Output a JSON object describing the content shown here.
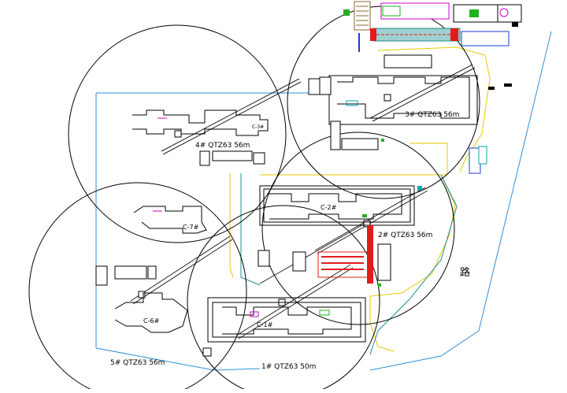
{
  "colors": {
    "site_boundary": "#2f8fd8",
    "crane_radius": "#000000",
    "crane_boom": "#222222",
    "building_outline": "#000000",
    "fence": "#e8c800",
    "road_edge": "#1c8c8c",
    "highlight_red": "#e31b1b",
    "highlight_green": "#22b022",
    "highlight_magenta": "#d000d0",
    "highlight_cyan": "#00a8a8",
    "highlight_blue": "#1a3ccc"
  },
  "cranes": [
    {
      "id": "crane-4",
      "label": "4# QTZ63 56m"
    },
    {
      "id": "crane-3",
      "label": "3# QTZ63 56m"
    },
    {
      "id": "crane-2",
      "label": "2# QTZ63 56m"
    },
    {
      "id": "crane-5",
      "label": "5# QTZ63 56m"
    },
    {
      "id": "crane-1",
      "label": "1# QTZ63 50m"
    }
  ],
  "buildings": {
    "c2": "C-2#",
    "c7": "C-7#",
    "c6": "C-6#",
    "c1": "C-1#",
    "c3": "C-3#"
  },
  "labels": {
    "road": "路"
  }
}
